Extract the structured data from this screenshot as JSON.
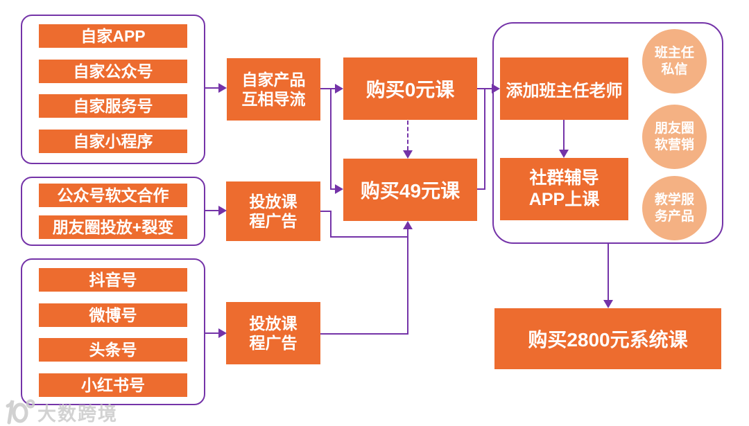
{
  "colors": {
    "node_orange": "#ED6C2F",
    "circle_salmon": "#F4B183",
    "connector_purple": "#7433A8",
    "node_text": "#FFFFFF",
    "watermark_gray": "#CBCBCB"
  },
  "left_groups": [
    {
      "items": [
        "自家APP",
        "自家公众号",
        "自家服务号",
        "自家小程序"
      ]
    },
    {
      "items": [
        "公众号软文合作",
        "朋友圈投放+裂变"
      ]
    },
    {
      "items": [
        "抖音号",
        "微博号",
        "头条号",
        "小红书号"
      ]
    }
  ],
  "flow_nodes": {
    "cross_flow": {
      "line1": "自家产品",
      "line2": "互相导流"
    },
    "ads_mid": {
      "line1": "投放课",
      "line2": "程广告"
    },
    "ads_bottom": {
      "line1": "投放课",
      "line2": "程广告"
    },
    "course_free": {
      "label": "购买0元课"
    },
    "course_49": {
      "label": "购买49元课"
    },
    "add_teacher": {
      "label": "添加班主任老师"
    },
    "community": {
      "line1": "社群辅导",
      "line2": "APP上课"
    },
    "course_2800": {
      "label": "购买2800元系统课"
    }
  },
  "right_panel_circles": [
    {
      "line1": "班主任",
      "line2": "私信"
    },
    {
      "line1": "朋友圈",
      "line2": "软营销"
    },
    {
      "line1": "教学服",
      "line2": "务产品"
    }
  ],
  "watermark": {
    "text": "大数跨境"
  }
}
